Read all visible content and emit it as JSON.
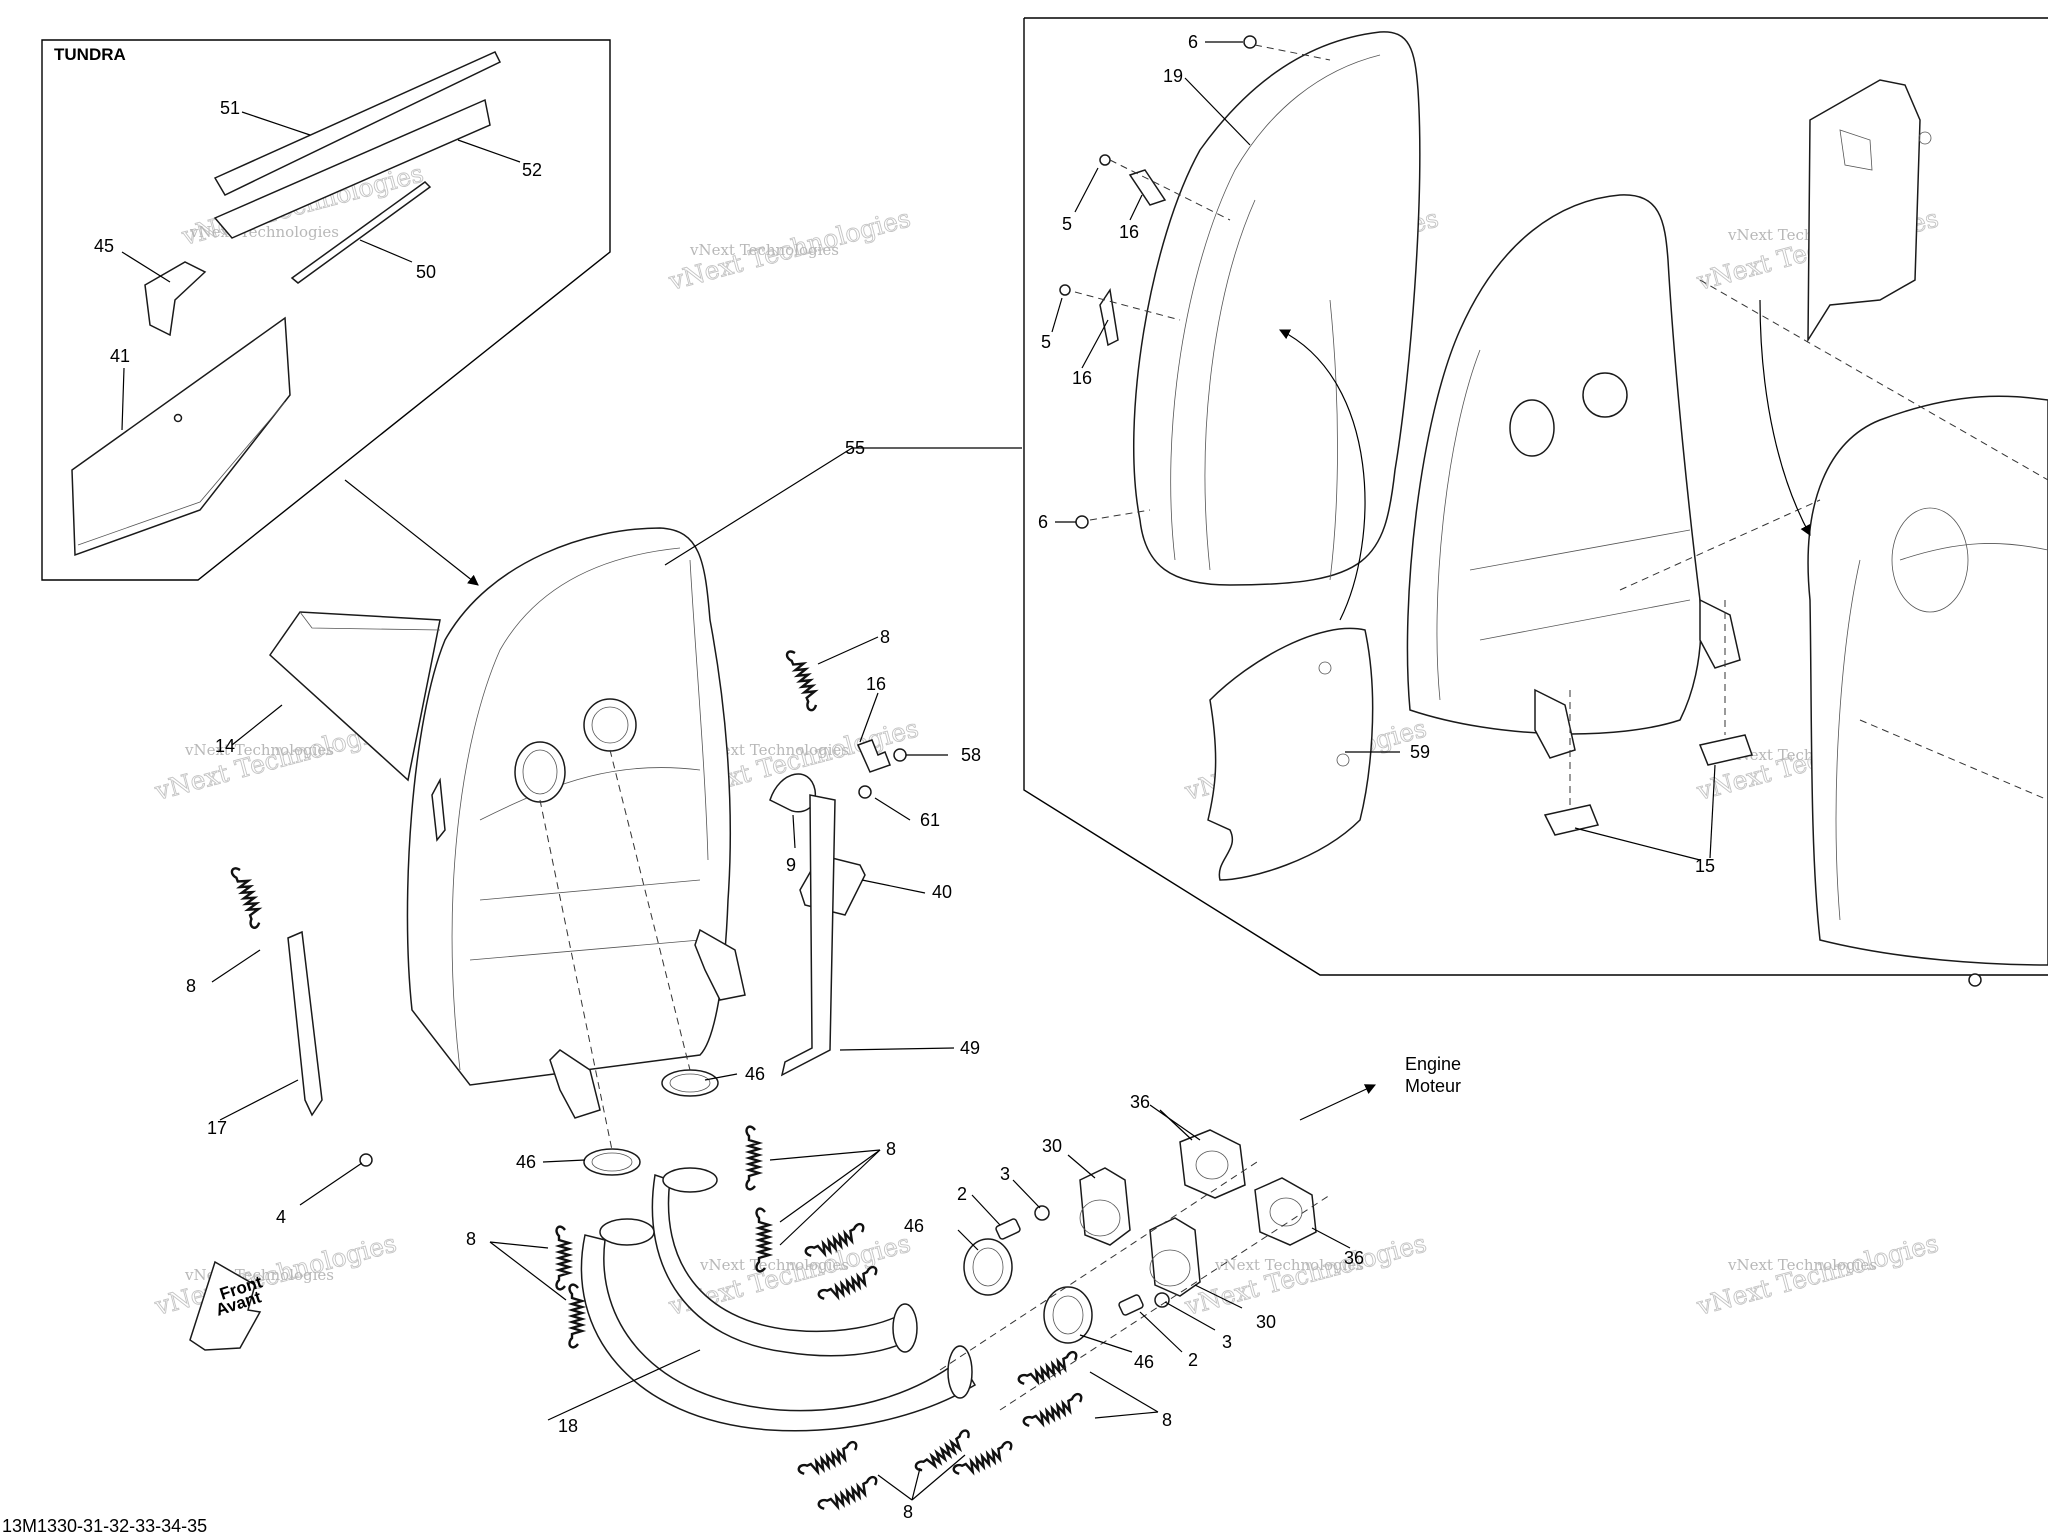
{
  "title": {
    "tundra": "TUNDRA",
    "footer_code": "13M1330-31-32-33-34-35"
  },
  "engine_note": {
    "line1": "Engine",
    "line2": "Moteur"
  },
  "front_badge": {
    "line1": "Front",
    "line2": "Avant"
  },
  "watermark": {
    "line1": "vNext Technologies",
    "line2": "vNext Technologies"
  },
  "callouts": [
    "51",
    "52",
    "45",
    "50",
    "41",
    "55",
    "14",
    "8",
    "16",
    "58",
    "61",
    "9",
    "40",
    "49",
    "46",
    "8",
    "17",
    "4",
    "46",
    "8",
    "8",
    "36",
    "30",
    "3",
    "2",
    "46",
    "36",
    "30",
    "3",
    "2",
    "46",
    "18",
    "8",
    "8",
    "6",
    "19",
    "5",
    "16",
    "5",
    "16",
    "6",
    "59",
    "15"
  ]
}
